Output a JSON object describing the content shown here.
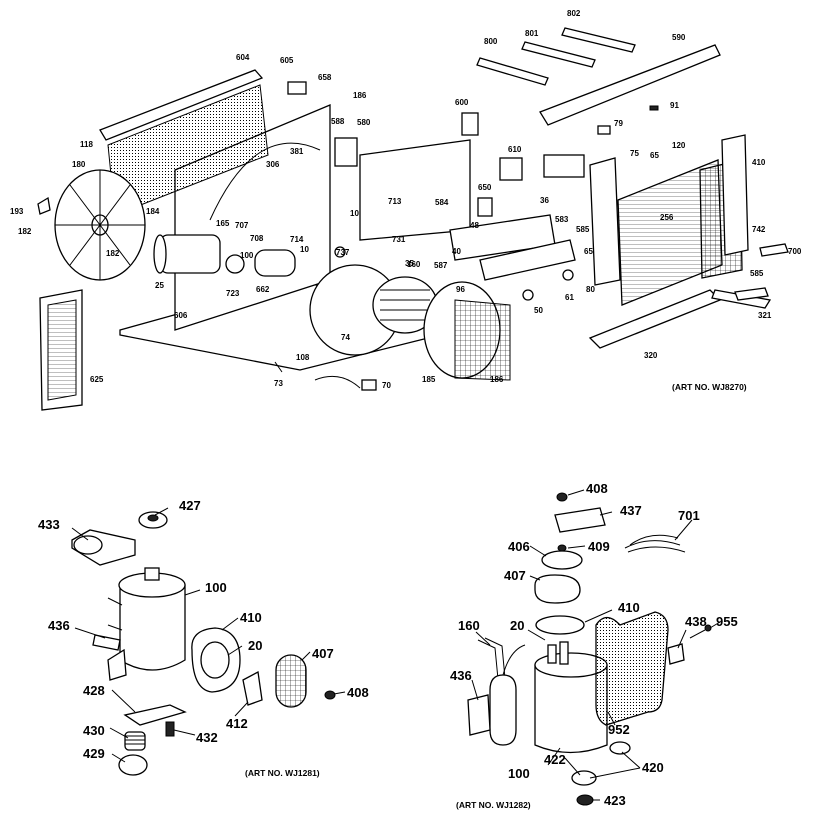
{
  "top_assembly": {
    "art_no": "(ART NO. WJ8270)",
    "labels": [
      "604",
      "605",
      "658",
      "186",
      "588",
      "580",
      "381",
      "306",
      "118",
      "180",
      "193",
      "182",
      "184",
      "182",
      "25",
      "165",
      "707",
      "708",
      "10",
      "713",
      "731",
      "714",
      "10",
      "737",
      "35",
      "600",
      "610",
      "650",
      "584",
      "36",
      "48",
      "40",
      "587",
      "583",
      "585",
      "65",
      "61",
      "80",
      "50",
      "96",
      "160",
      "100",
      "74",
      "185",
      "186",
      "606",
      "662",
      "723",
      "108",
      "73",
      "70",
      "625",
      "802",
      "800",
      "801",
      "590",
      "91",
      "79",
      "75",
      "65",
      "120",
      "410",
      "256",
      "742",
      "700",
      "585",
      "321",
      "320"
    ]
  },
  "compressor_a": {
    "art_no": "(ART NO. WJ1281)",
    "labels": [
      "427",
      "433",
      "100",
      "436",
      "410",
      "20",
      "407",
      "408",
      "412",
      "428",
      "430",
      "432",
      "429"
    ]
  },
  "compressor_b": {
    "art_no": "(ART NO. WJ1282)",
    "labels": [
      "408",
      "437",
      "701",
      "406",
      "409",
      "407",
      "410",
      "160",
      "20",
      "436",
      "438",
      "955",
      "952",
      "100",
      "422",
      "420",
      "423"
    ]
  }
}
